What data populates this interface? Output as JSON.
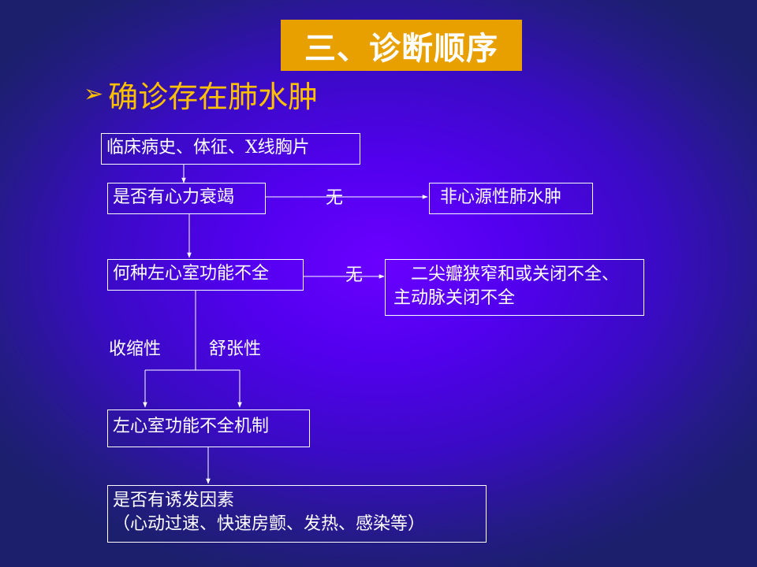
{
  "title": "三、诊断顺序",
  "subtitle": "确诊存在肺水肿",
  "bullet": "➢",
  "flow": {
    "step1": "临床病史、体征、X线胸片",
    "step2": "是否有心力衰竭",
    "branch1_label": "无",
    "branch1_result": "非心源性肺水肿",
    "step3": "何种左心室功能不全",
    "branch2_label": "无",
    "branch2_result_line1": "　二尖瓣狭窄和或关闭不全、",
    "branch2_result_line2": "主动脉关闭不全",
    "type_systolic": "收缩性",
    "type_diastolic": "舒张性",
    "step4": "左心室功能不全机制",
    "step5_line1": "是否有诱发因素",
    "step5_line2": "（心动过速、快速房颤、发热、感染等）"
  }
}
